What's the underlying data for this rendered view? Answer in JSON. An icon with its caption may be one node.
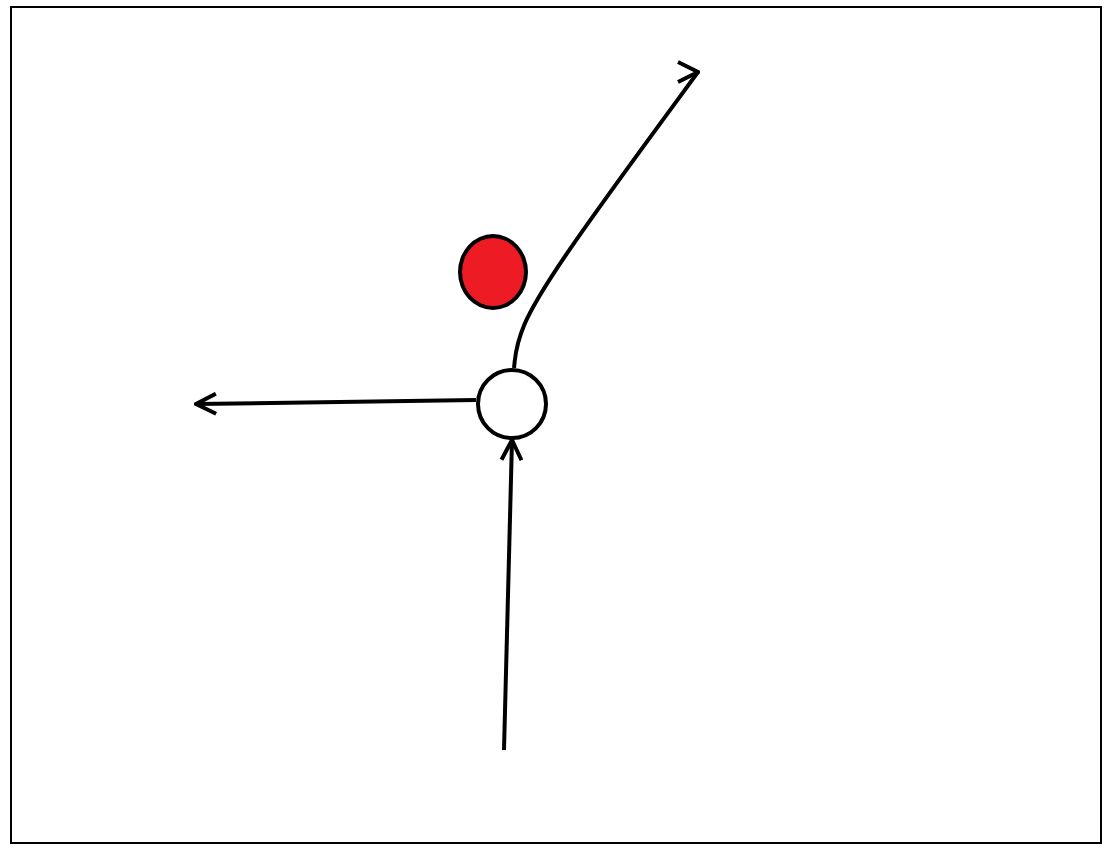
{
  "diagram": {
    "nodes": [
      {
        "text": [],
        "shape": "circle"
      },
      {
        "text": [],
        "shape": "circle"
      }
    ],
    "edges": [
      {
        "from": null,
        "to": 1,
        "arrow": "to"
      },
      {
        "from": 1,
        "to": null,
        "arrow": "to"
      },
      {
        "from": 1,
        "to": null,
        "arrow": "to"
      }
    ]
  }
}
